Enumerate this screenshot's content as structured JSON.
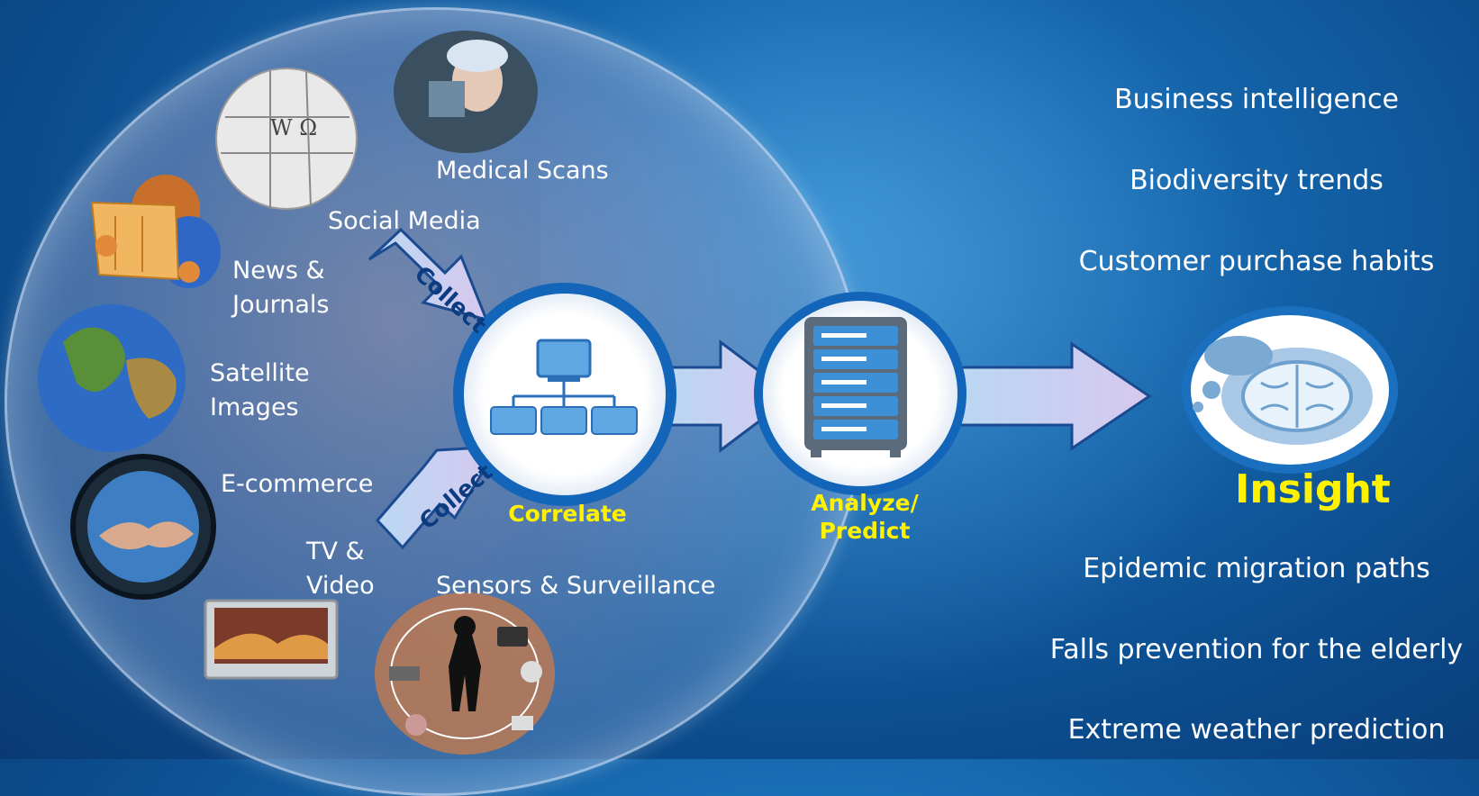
{
  "sources": {
    "medical_scans": "Medical Scans",
    "social_media": "Social Media",
    "news_journals": "News &\nJournals",
    "satellite_images": "Satellite\nImages",
    "ecommerce": "E-commerce",
    "tv_video": "TV &\nVideo",
    "sensors": "Sensors & Surveillance"
  },
  "flow": {
    "collect_top": "Collect",
    "collect_bottom": "Collect",
    "correlate": "Correlate",
    "analyze": "Analyze/\nPredict",
    "insight": "Insight"
  },
  "outcomes_top": [
    "Business intelligence",
    "Biodiversity trends",
    "Customer purchase habits"
  ],
  "outcomes_bottom": [
    "Epidemic migration paths",
    "Falls prevention for the elderly",
    "Extreme weather prediction"
  ],
  "colors": {
    "accent": "#fff200",
    "background": "#1566ad",
    "arrow_fill": "#c8cdf0"
  },
  "icons": [
    "globe-puzzle-icon",
    "doctor-icon",
    "newspaper-reader-icon",
    "earth-icon",
    "handshake-icon",
    "television-icon",
    "sensor-network-icon",
    "hierarchy-icon",
    "server-rack-icon",
    "brain-icon"
  ]
}
